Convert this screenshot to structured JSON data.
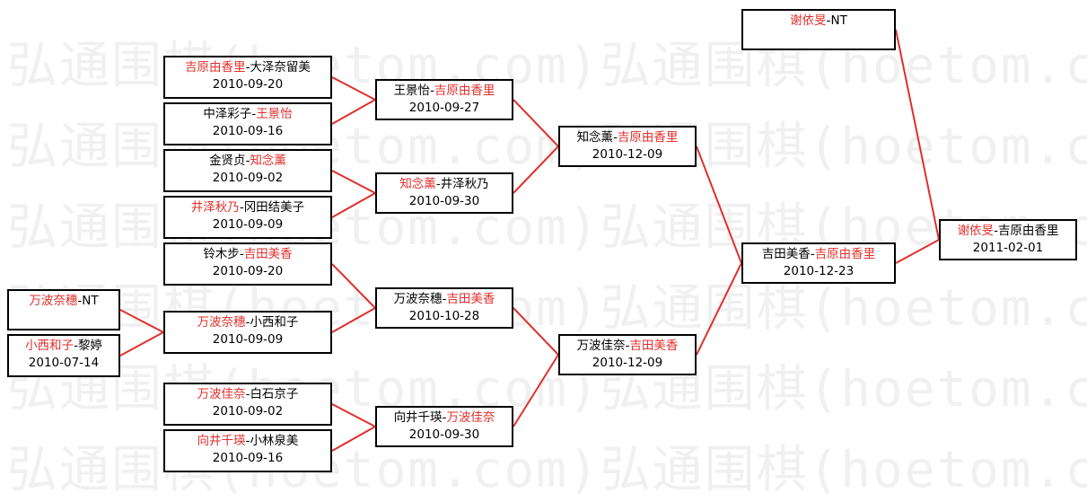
{
  "watermark": "弘通围棋(hoetom.com)弘通围棋(hoetom.co",
  "colors": {
    "winner": "#e0302c",
    "line": "#e0302c",
    "border": "#000000"
  },
  "matches": [
    {
      "id": "r1a",
      "p1": "吉原由香里",
      "p2": "大泽奈留美",
      "winner": 1,
      "date": "2010-09-20"
    },
    {
      "id": "r1b",
      "p1": "中泽彩子",
      "p2": "王景怡",
      "winner": 2,
      "date": "2010-09-16"
    },
    {
      "id": "r1c",
      "p1": "金贤贞",
      "p2": "知念薰",
      "winner": 2,
      "date": "2010-09-02"
    },
    {
      "id": "r1d",
      "p1": "井泽秋乃",
      "p2": "冈田结美子",
      "winner": 1,
      "date": "2010-09-09"
    },
    {
      "id": "r1e",
      "p1": "铃木步",
      "p2": "吉田美香",
      "winner": 2,
      "date": "2010-09-20"
    },
    {
      "id": "r0a",
      "p1": "万波奈穗",
      "p2": "NT",
      "winner": 1,
      "date": ""
    },
    {
      "id": "r0b",
      "p1": "小西和子",
      "p2": "黎婷",
      "winner": 1,
      "date": "2010-07-14"
    },
    {
      "id": "r1f",
      "p1": "万波奈穗",
      "p2": "小西和子",
      "winner": 1,
      "date": "2010-09-09"
    },
    {
      "id": "r1g",
      "p1": "万波佳奈",
      "p2": "白石京子",
      "winner": 1,
      "date": "2010-09-02"
    },
    {
      "id": "r1h",
      "p1": "向井千瑛",
      "p2": "小林泉美",
      "winner": 1,
      "date": "2010-09-16"
    },
    {
      "id": "r2a",
      "p1": "王景怡",
      "p2": "吉原由香里",
      "winner": 2,
      "date": "2010-09-27"
    },
    {
      "id": "r2b",
      "p1": "知念薰",
      "p2": "井泽秋乃",
      "winner": 1,
      "date": "2010-09-30"
    },
    {
      "id": "r2c",
      "p1": "万波奈穗",
      "p2": "吉田美香",
      "winner": 2,
      "date": "2010-10-28"
    },
    {
      "id": "r2d",
      "p1": "向井千瑛",
      "p2": "万波佳奈",
      "winner": 2,
      "date": "2010-09-30"
    },
    {
      "id": "r3a",
      "p1": "知念薰",
      "p2": "吉原由香里",
      "winner": 2,
      "date": "2010-12-09"
    },
    {
      "id": "r3b",
      "p1": "万波佳奈",
      "p2": "吉田美香",
      "winner": 2,
      "date": "2010-12-09"
    },
    {
      "id": "r4a",
      "p1": "吉田美香",
      "p2": "吉原由香里",
      "winner": 2,
      "date": "2010-12-23"
    },
    {
      "id": "r4top",
      "p1": "谢依旻",
      "p2": "NT",
      "winner": 1,
      "date": ""
    },
    {
      "id": "final",
      "p1": "谢依旻",
      "p2": "吉原由香里",
      "winner": 1,
      "date": "2011-02-01"
    }
  ]
}
